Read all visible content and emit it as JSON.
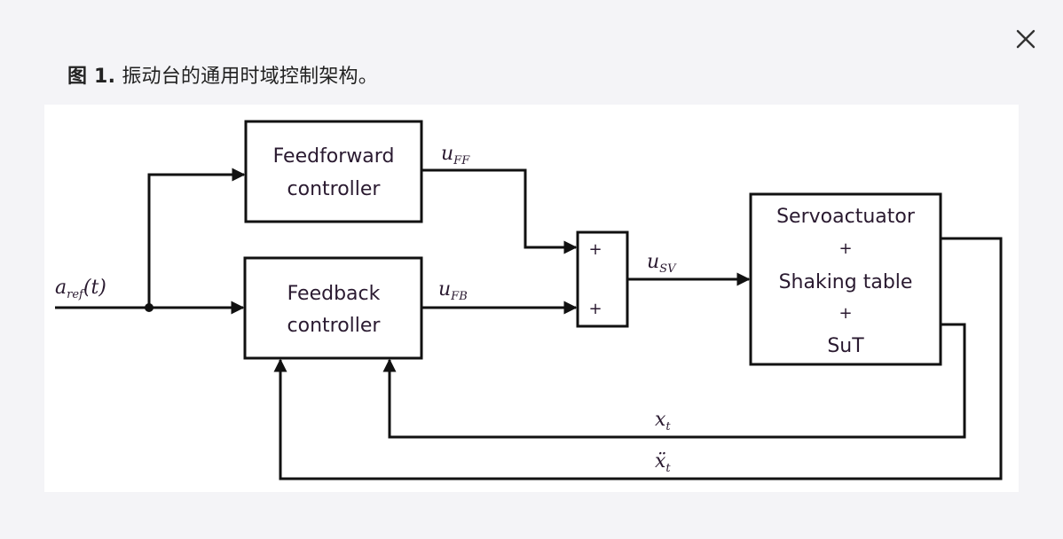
{
  "dialog": {
    "close_icon": "close-icon",
    "caption_label": "图 1.",
    "caption_text": " 振动台的通用时域控制架构。"
  },
  "diagram": {
    "input_signal": {
      "main": "a",
      "sub": "ref",
      "arg": "(t)"
    },
    "blocks": {
      "feedforward": {
        "line1": "Feedforward",
        "line2": "controller"
      },
      "feedback": {
        "line1": "Feedback",
        "line2": "controller"
      },
      "plant": {
        "line1": "Servoactuator",
        "line2": "+",
        "line3": "Shaking table",
        "line4": "+",
        "line5": "SuT"
      }
    },
    "summing_junction": {
      "top_sign": "+",
      "bottom_sign": "+"
    },
    "signals": {
      "u_ff": {
        "main": "u",
        "sub": "FF"
      },
      "u_fb": {
        "main": "u",
        "sub": "FB"
      },
      "u_sv": {
        "main": "u",
        "sub": "SV"
      },
      "x_t": {
        "main": "x",
        "sub": "t"
      },
      "xdd_t": {
        "main": "ẍ",
        "sub": "t"
      }
    },
    "colors": {
      "line": "#111111",
      "text": "#2a1a30",
      "panel": "#ffffff",
      "background": "#f4f4f7"
    }
  }
}
